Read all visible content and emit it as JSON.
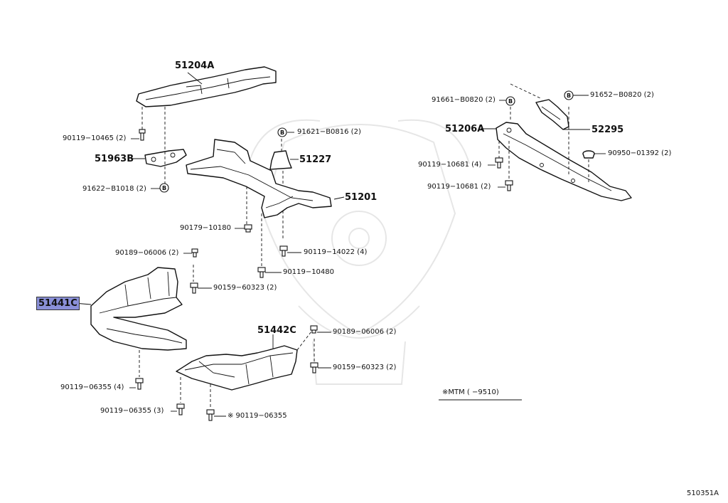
{
  "diagram": {
    "labels": {
      "p51204A": "51204A",
      "p90119_10465": "90119−10465 (2)",
      "p51963B": "51963B",
      "p91622_B1018": "91622−B1018 (2)",
      "p91621_B0816": "91621−B0816 (2)",
      "p51227": "51227",
      "p51201": "51201",
      "p90179_10180": "90179−10180",
      "p90119_14022": "90119−14022 (4)",
      "p90119_10480": "90119−10480",
      "p90189_06006_a": "90189−06006 (2)",
      "p90159_60323_a": "90159−60323 (2)",
      "p51441C": "51441C",
      "p51442C": "51442C",
      "p90189_06006_b": "90189−06006 (2)",
      "p90159_60323_b": "90159−60323 (2)",
      "p90119_06355_4": "90119−06355 (4)",
      "p90119_06355_3": "90119−06355 (3)",
      "p90119_06355_star": "※ 90119−06355",
      "p91661_B0820": "91661−B0820 (2)",
      "p91652_B0820": "91652−B0820 (2)",
      "p51206A": "51206A",
      "p52295": "52295",
      "p90950_01392": "90950−01392 (2)",
      "p90119_10681_4": "90119−10681 (4)",
      "p90119_10681_2": "90119−10681 (2)",
      "note_mtm": "※MTM (      −9510)",
      "diagram_code": "510351A",
      "b_mark": "B"
    },
    "selected_part": "51441C",
    "highlight_color": "#8a90d8"
  }
}
